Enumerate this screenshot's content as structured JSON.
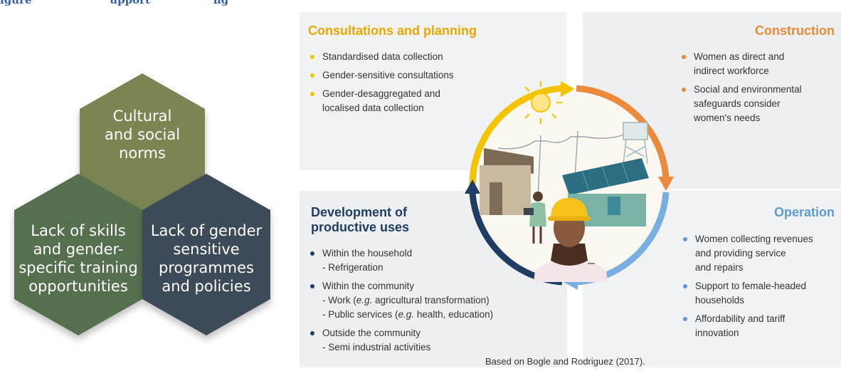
{
  "header_fragment": "igure ... upport ... ng",
  "hexagons": [
    {
      "label": "Cultural\nand social\nnorms",
      "color": "#7a8552"
    },
    {
      "label": "Lack of skills\nand gender-\nspecific training\nopportunities",
      "color": "#56704f"
    },
    {
      "label": "Lack of gender\nsensitive\nprogrammes\nand policies",
      "color": "#3d4b59"
    }
  ],
  "quadrants": {
    "consultations": {
      "title": "Consultations and planning",
      "color": "#e8a800",
      "items": [
        "Standardised data collection",
        "Gender-sensitive consultations",
        "Gender-desaggregated and\nlocalised data collection"
      ]
    },
    "construction": {
      "title": "Construction",
      "color": "#e98a36",
      "items": [
        "Women as direct and\nindirect workforce",
        "Social and environmental\nsafeguards consider\nwomen's needs"
      ]
    },
    "development": {
      "title": "Development of\nproductive uses",
      "color": "#1f3d63",
      "items": [
        {
          "text": "Within the household",
          "sub": [
            "- Refrigeration"
          ]
        },
        {
          "text": "Within the community",
          "sub": [
            "- Work (e.g. agricultural transformation)",
            "- Public services (e.g. health, education)"
          ]
        },
        {
          "text": "Outside the community",
          "sub": [
            "- Semi industrial activities"
          ]
        }
      ]
    },
    "operation": {
      "title": "Operation",
      "color": "#5b9bd5",
      "items": [
        "Women collecting revenues\nand providing service\nand repairs",
        "Support to female-headed\nhouseholds",
        "Affordability and tariff\ninnovation"
      ]
    }
  },
  "source": "Based on Bogle and Rodriguez (2017)."
}
